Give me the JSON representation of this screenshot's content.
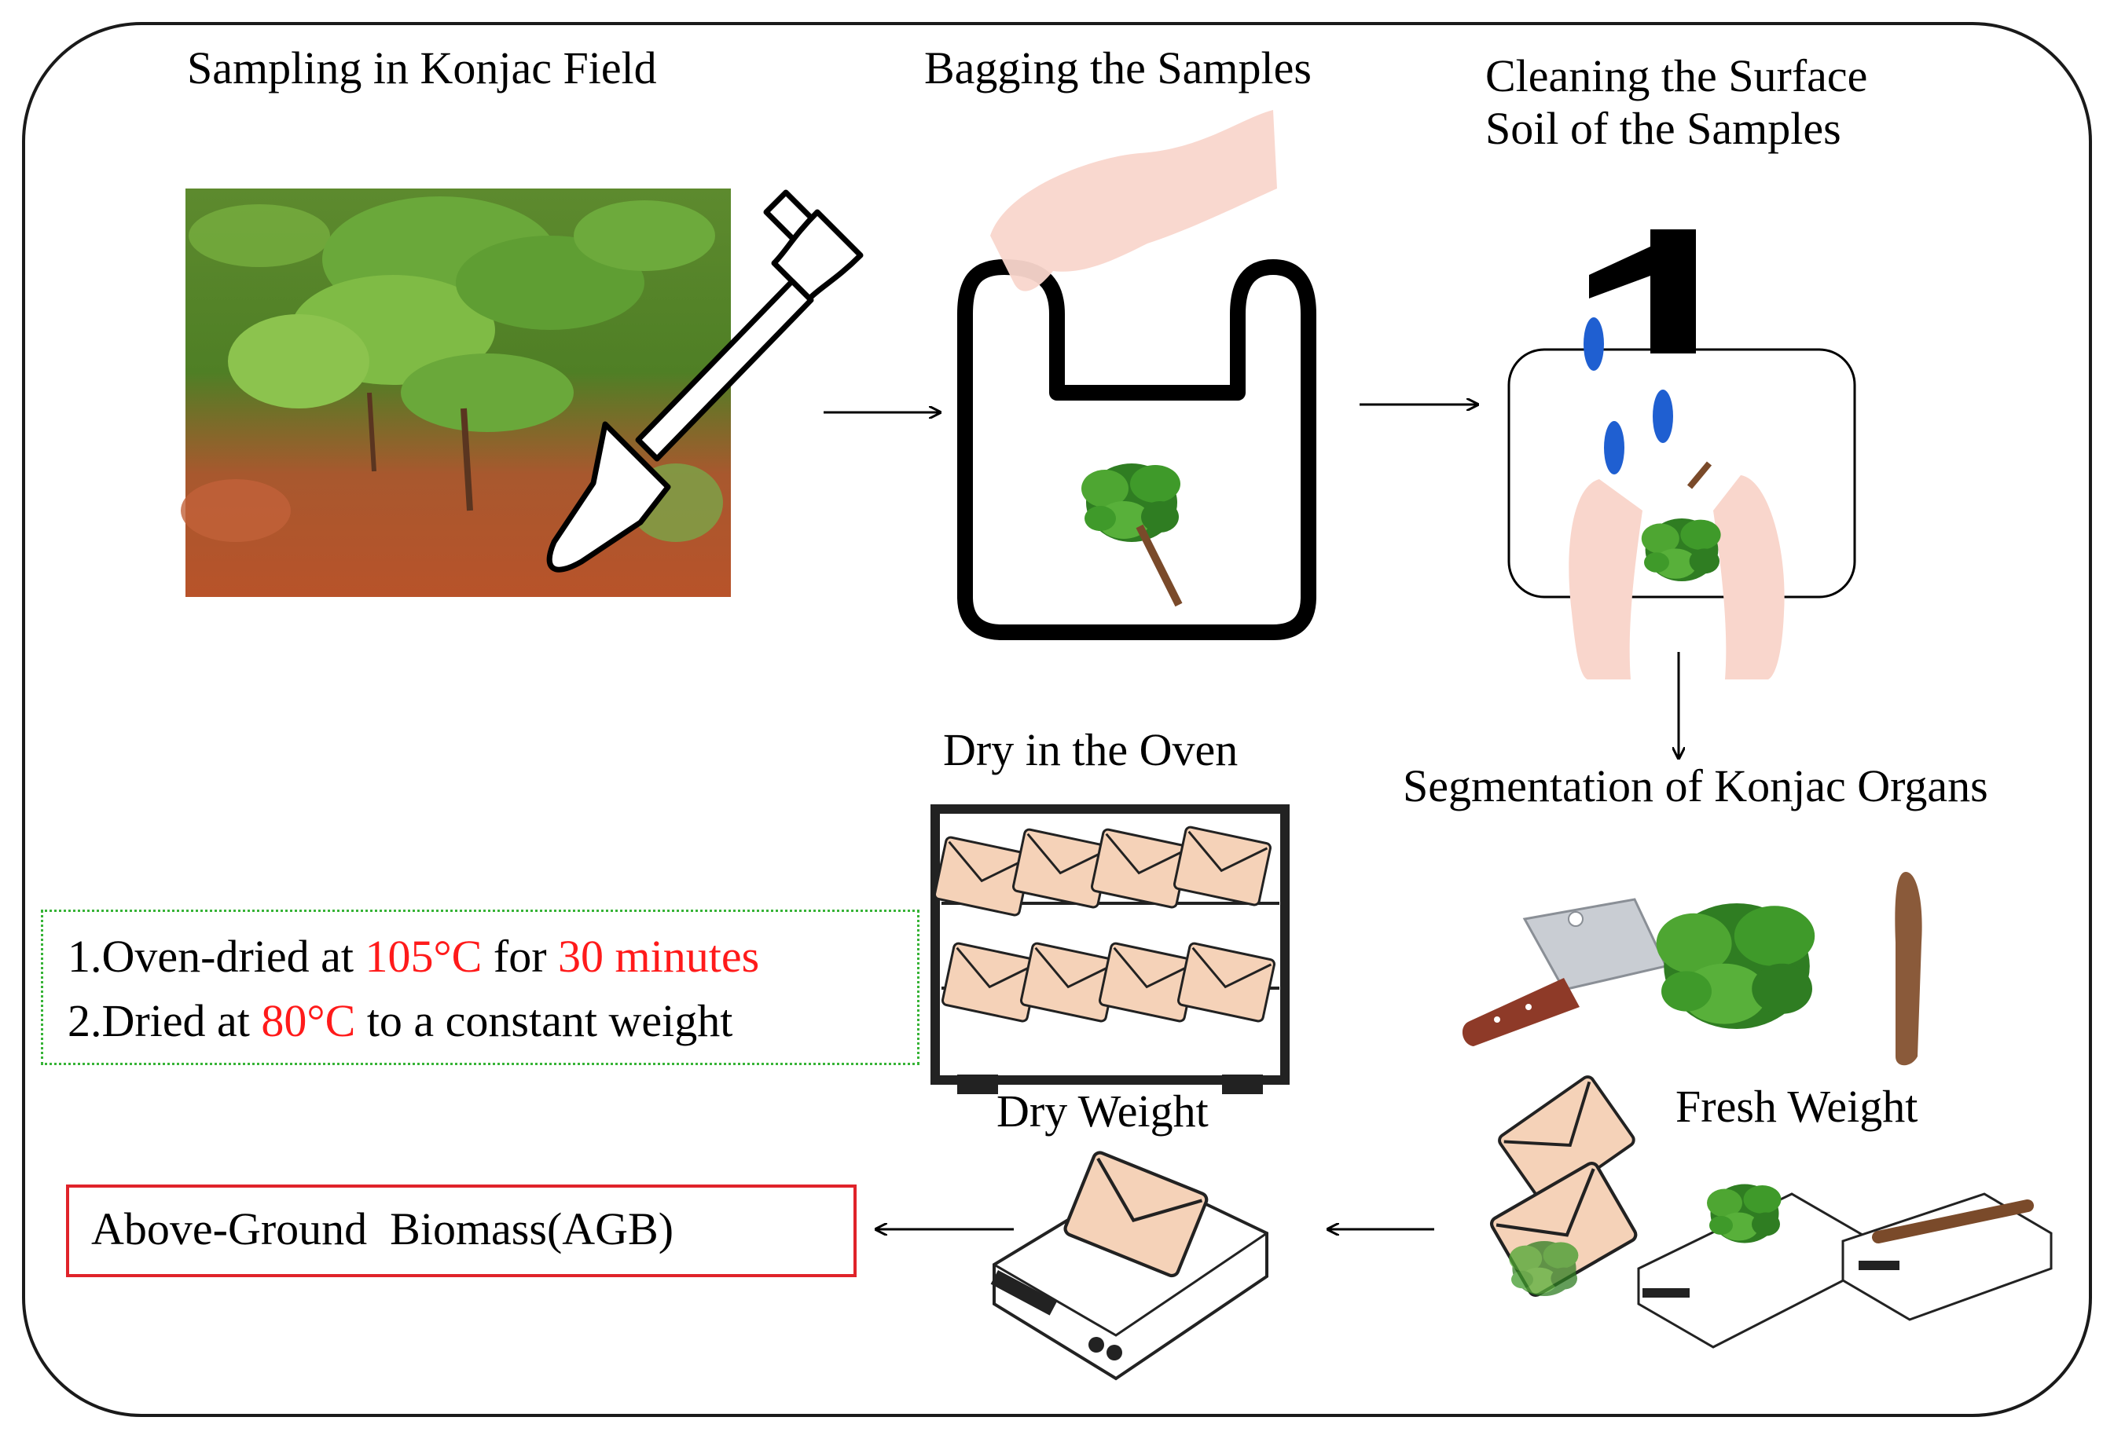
{
  "steps": {
    "sampling": "Sampling in Konjac Field",
    "bagging": "Bagging the Samples",
    "cleaning_line1": "Cleaning the Surface",
    "cleaning_line2": "Soil of the Samples",
    "segmentation": "Segmentation of Konjac Organs",
    "fresh_weight": "Fresh Weight",
    "dry_oven": "Dry in the Oven",
    "dry_weight": "Dry Weight",
    "agb": "Above-Ground  Biomass(AGB)"
  },
  "drying_notes": {
    "line1_prefix": "1.Oven-dried at ",
    "line1_temp": "105°C",
    "line1_mid": " for ",
    "line1_time": "30 minutes",
    "line2_prefix": "2.Dried at ",
    "line2_temp": "80°C",
    "line2_suffix": " to a constant weight"
  },
  "colors": {
    "frame": "#1a1a1a",
    "highlight_red": "#ff1a1a",
    "note_border": "#36b336",
    "agb_border": "#e0232a",
    "soil": "#b8532a",
    "leaf": "#3f9a2a",
    "envelope": "#f5d2b8",
    "water_drop": "#1f5fd1",
    "skin": "#f9d6cc"
  }
}
